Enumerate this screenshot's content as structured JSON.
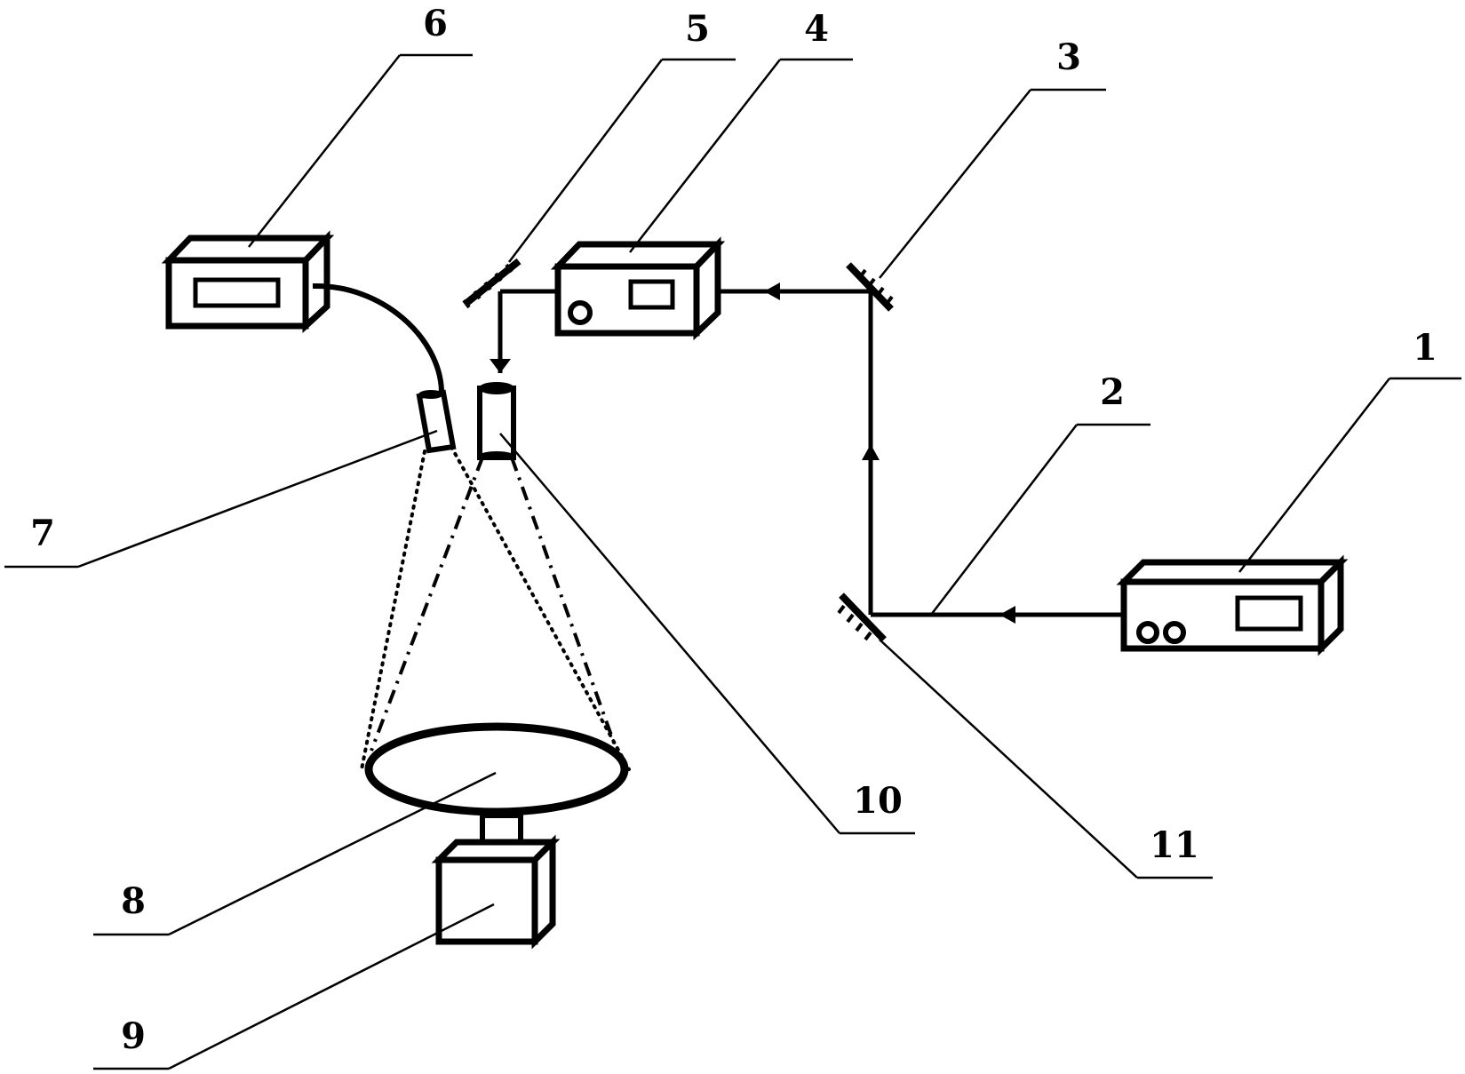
{
  "title": "Laser ultrasonic measurement setup schematic",
  "labels": {
    "l1": "1",
    "l2": "2",
    "l3": "3",
    "l4": "4",
    "l5": "5",
    "l6": "6",
    "l7": "7",
    "l8": "8",
    "l9": "9",
    "l10": "10",
    "l11": "11"
  },
  "components": [
    {
      "id": "1",
      "kind": "laser-source"
    },
    {
      "id": "2",
      "kind": "laser-beam"
    },
    {
      "id": "3",
      "kind": "mirror"
    },
    {
      "id": "4",
      "kind": "beam-modulator"
    },
    {
      "id": "5",
      "kind": "mirror"
    },
    {
      "id": "6",
      "kind": "detector-unit"
    },
    {
      "id": "7",
      "kind": "probe"
    },
    {
      "id": "8",
      "kind": "sample-disk"
    },
    {
      "id": "9",
      "kind": "rotation-stage"
    },
    {
      "id": "10",
      "kind": "focusing-lens"
    },
    {
      "id": "11",
      "kind": "mirror"
    }
  ]
}
